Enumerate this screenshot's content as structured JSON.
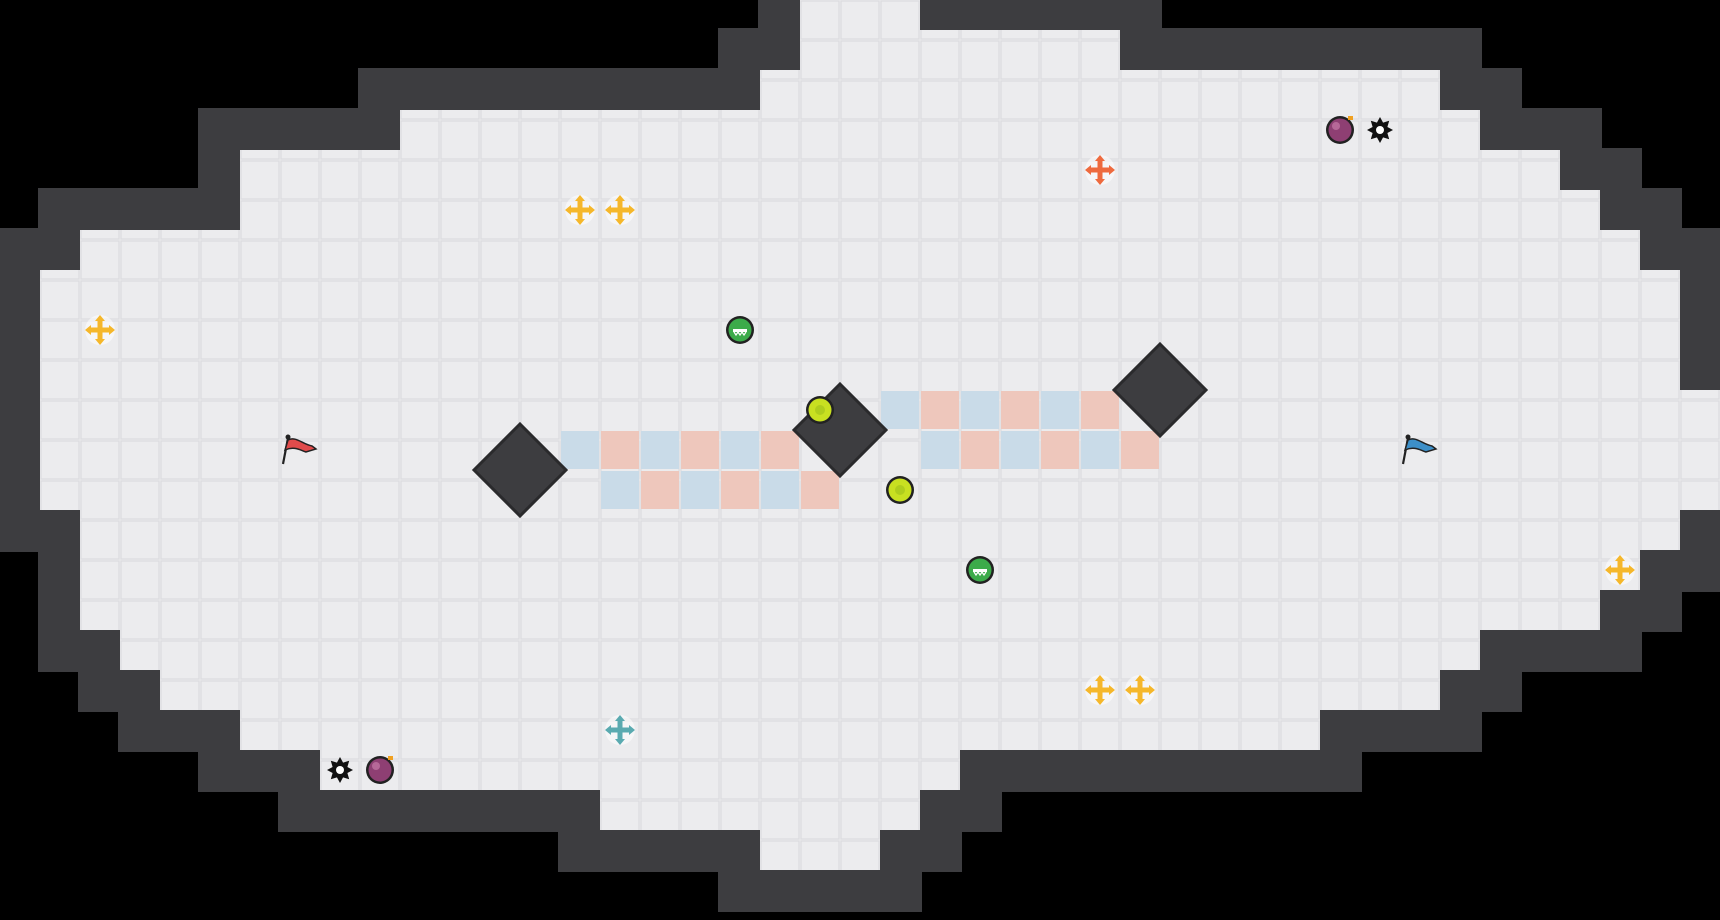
{
  "map": {
    "cols": 43,
    "rows": 23,
    "tile_colors": {
      "background": "#000000",
      "floor": "#ececee",
      "wall": "#3d3d40",
      "wall_edge": "#5a5a5e",
      "red_tile": "#eec7bc",
      "blue_tile": "#c9dbe8"
    },
    "floor_rows": [
      {
        "row": 0,
        "from": 20,
        "to": 22
      },
      {
        "row": 1,
        "from": 20,
        "to": 27
      },
      {
        "row": 2,
        "from": 19,
        "to": 35
      },
      {
        "row": 3,
        "from": 10,
        "to": 36
      },
      {
        "row": 4,
        "from": 6,
        "to": 38
      },
      {
        "row": 5,
        "from": 6,
        "to": 39
      },
      {
        "row": 6,
        "from": 2,
        "to": 40
      },
      {
        "row": 7,
        "from": 1,
        "to": 41
      },
      {
        "row": 8,
        "from": 1,
        "to": 41
      },
      {
        "row": 9,
        "from": 1,
        "to": 41
      },
      {
        "row": 10,
        "from": 1,
        "to": 42
      },
      {
        "row": 11,
        "from": 1,
        "to": 42
      },
      {
        "row": 12,
        "from": 1,
        "to": 42
      },
      {
        "row": 13,
        "from": 2,
        "to": 41
      },
      {
        "row": 14,
        "from": 2,
        "to": 40
      },
      {
        "row": 15,
        "from": 2,
        "to": 39
      },
      {
        "row": 16,
        "from": 3,
        "to": 36
      },
      {
        "row": 17,
        "from": 4,
        "to": 35
      },
      {
        "row": 18,
        "from": 6,
        "to": 32
      },
      {
        "row": 19,
        "from": 8,
        "to": 23
      },
      {
        "row": 20,
        "from": 15,
        "to": 22
      },
      {
        "row": 21,
        "from": 19,
        "to": 21
      }
    ],
    "red_tiles": [
      [
        15,
        11
      ],
      [
        17,
        11
      ],
      [
        19,
        11
      ],
      [
        16,
        12
      ],
      [
        18,
        12
      ],
      [
        20,
        12
      ],
      [
        23,
        10
      ],
      [
        25,
        10
      ],
      [
        27,
        10
      ],
      [
        24,
        11
      ],
      [
        26,
        11
      ],
      [
        28,
        11
      ]
    ],
    "blue_tiles": [
      [
        14,
        11
      ],
      [
        16,
        11
      ],
      [
        18,
        11
      ],
      [
        15,
        12
      ],
      [
        17,
        12
      ],
      [
        19,
        12
      ],
      [
        22,
        10
      ],
      [
        24,
        10
      ],
      [
        26,
        10
      ],
      [
        23,
        11
      ],
      [
        25,
        11
      ],
      [
        27,
        11
      ]
    ],
    "diamond_blocks": [
      [
        13,
        12
      ],
      [
        21,
        11
      ],
      [
        29,
        10
      ]
    ]
  },
  "entities": [
    {
      "name": "red-flag-icon",
      "type": "flag",
      "color": "#e04b4b",
      "col": 7,
      "row": 11
    },
    {
      "name": "blue-flag-icon",
      "type": "flag",
      "color": "#3d8fc8",
      "col": 35,
      "row": 11
    },
    {
      "name": "yellow-boost-icon",
      "type": "boost",
      "color": "#f5b72a",
      "col": 14,
      "row": 5
    },
    {
      "name": "yellow-boost-icon",
      "type": "boost",
      "color": "#f5b72a",
      "col": 15,
      "row": 5
    },
    {
      "name": "yellow-boost-icon",
      "type": "boost",
      "color": "#f5b72a",
      "col": 2,
      "row": 8
    },
    {
      "name": "yellow-boost-icon",
      "type": "boost",
      "color": "#f5b72a",
      "col": 40,
      "row": 14
    },
    {
      "name": "yellow-boost-icon",
      "type": "boost",
      "color": "#f5b72a",
      "col": 27,
      "row": 17
    },
    {
      "name": "yellow-boost-icon",
      "type": "boost",
      "color": "#f5b72a",
      "col": 28,
      "row": 17
    },
    {
      "name": "red-boost-icon",
      "type": "boost",
      "color": "#ee6a3e",
      "col": 27,
      "row": 4
    },
    {
      "name": "blue-boost-icon",
      "type": "boost",
      "color": "#5aaab0",
      "col": 15,
      "row": 18
    },
    {
      "name": "powerup-icon",
      "type": "powerup",
      "color": "#3cab4a",
      "col": 18,
      "row": 8
    },
    {
      "name": "powerup-icon",
      "type": "powerup",
      "color": "#3cab4a",
      "col": 24,
      "row": 14
    },
    {
      "name": "button-icon",
      "type": "button",
      "color": "#c8e021",
      "col": 20,
      "row": 10
    },
    {
      "name": "button-icon",
      "type": "button",
      "color": "#c8e021",
      "col": 22,
      "row": 12
    },
    {
      "name": "bomb-icon",
      "type": "bomb",
      "color": "#8e3f73",
      "col": 33,
      "row": 3
    },
    {
      "name": "bomb-icon",
      "type": "bomb",
      "color": "#8e3f73",
      "col": 9,
      "row": 19
    },
    {
      "name": "spike-icon",
      "type": "spike",
      "color": "#111111",
      "col": 34,
      "row": 3
    },
    {
      "name": "spike-icon",
      "type": "spike",
      "color": "#111111",
      "col": 8,
      "row": 19
    }
  ]
}
